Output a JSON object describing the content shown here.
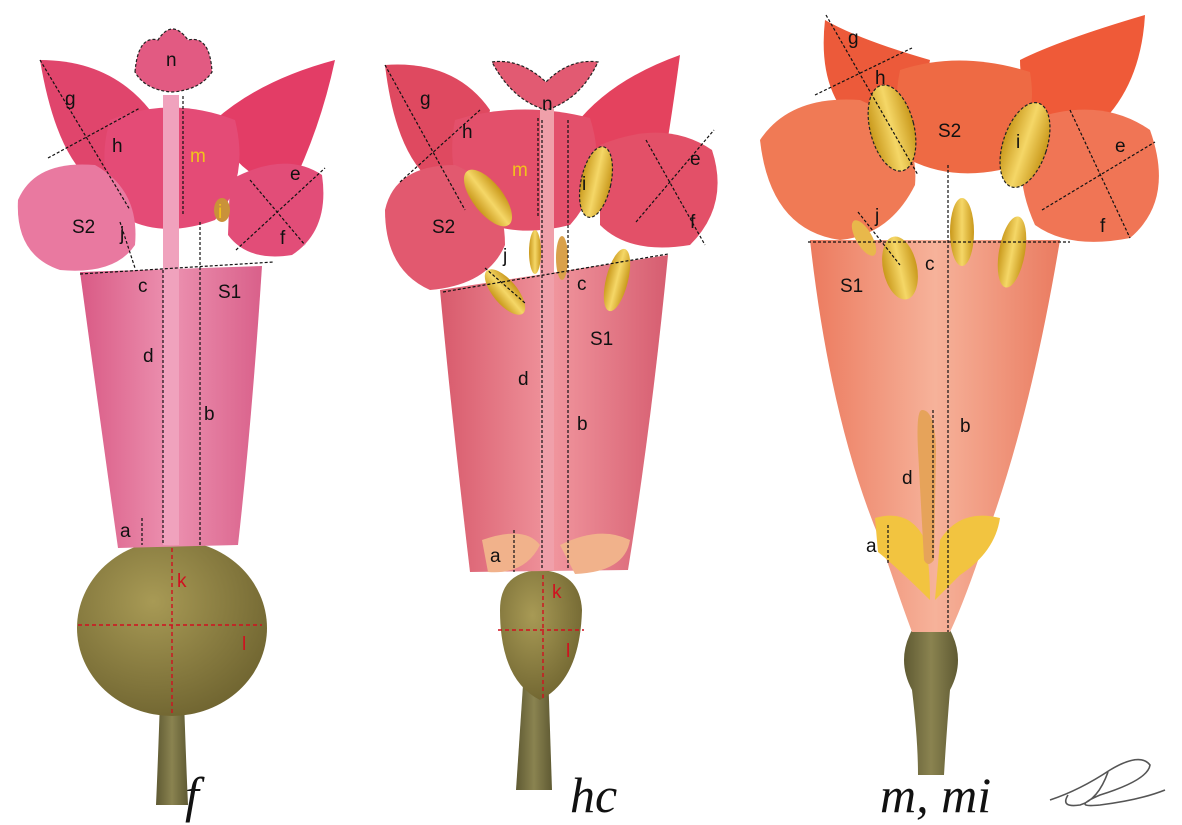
{
  "colors": {
    "female_petal": "#e0456c",
    "female_tube": "#e87aa0",
    "hc_petal": "#df4960",
    "hc_tube": "#e9808c",
    "male_petal": "#ee5b3c",
    "male_tube": "#f2907a",
    "ovary": "#8c7e3e",
    "anther": "#e6be33",
    "measure_line": "#111111",
    "measure_line_ovary": "#d10f1f"
  },
  "flowers": [
    {
      "caption": "f",
      "labels": {
        "a": "a",
        "b": "b",
        "c": "c",
        "d": "d",
        "e": "e",
        "f": "f",
        "g": "g",
        "h": "h",
        "i": "i",
        "j": "j",
        "k": "k",
        "l": "l",
        "m": "m",
        "n": "n",
        "s1": "S1",
        "s2": "S2"
      }
    },
    {
      "caption": "hc",
      "labels": {
        "a": "a",
        "b": "b",
        "c": "c",
        "d": "d",
        "e": "e",
        "f": "f",
        "g": "g",
        "h": "h",
        "i": "i",
        "j": "j",
        "k": "k",
        "l": "l",
        "m": "m",
        "n": "n",
        "s1": "S1",
        "s2": "S2"
      }
    },
    {
      "caption": "m, mi",
      "labels": {
        "a": "a",
        "b": "b",
        "c": "c",
        "d": "d",
        "e": "e",
        "f": "f",
        "g": "g",
        "h": "h",
        "i": "i",
        "j": "j",
        "s1": "S1",
        "s2": "S2"
      }
    }
  ]
}
